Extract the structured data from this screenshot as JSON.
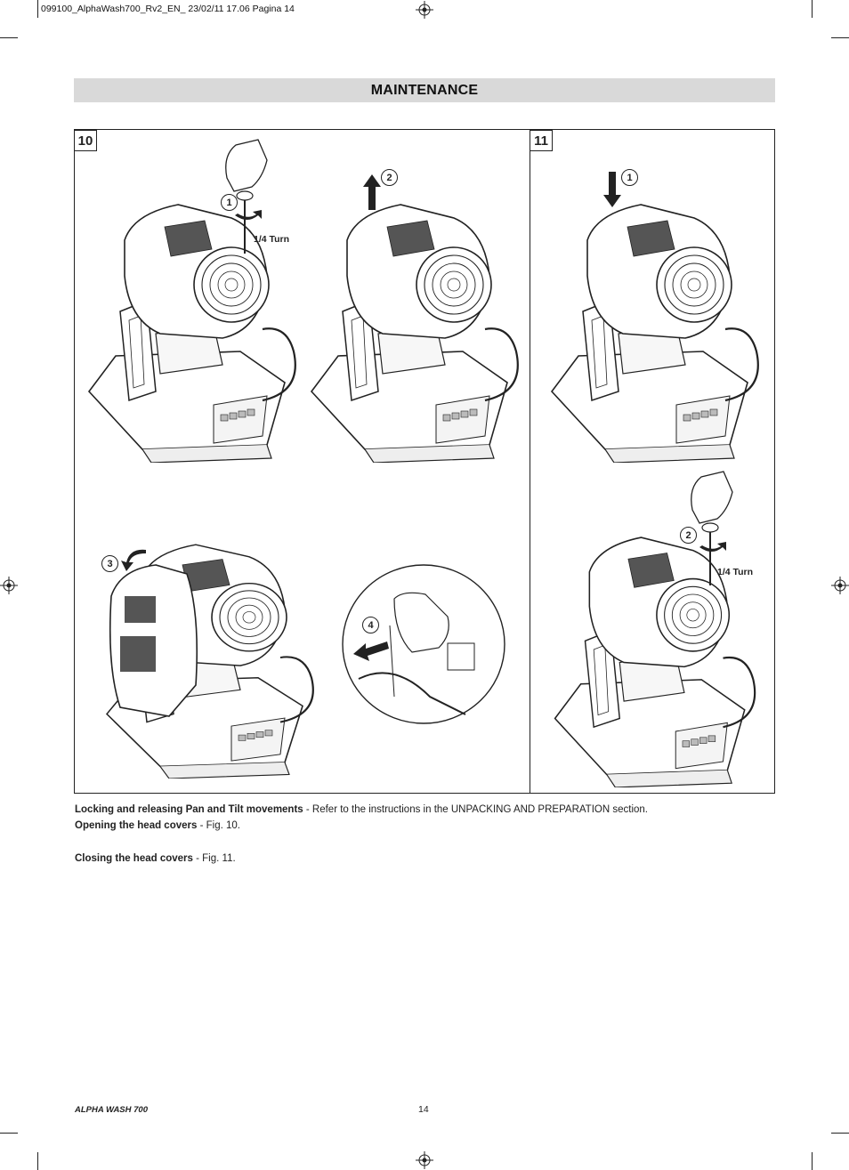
{
  "header": {
    "file_info": "099100_AlphaWash700_Rv2_EN_  23/02/11  17.06  Pagina 14"
  },
  "section": {
    "title": "MAINTENANCE"
  },
  "figures": {
    "fig10": {
      "number": "10",
      "steps": [
        "1",
        "2",
        "3",
        "4"
      ],
      "turn_label": "1/4 Turn"
    },
    "fig11": {
      "number": "11",
      "steps": [
        "1",
        "2"
      ],
      "turn_label": "1/4 Turn"
    }
  },
  "paragraphs": {
    "p1_bold": "Locking and releasing Pan and Tilt movements",
    "p1_rest": " - Refer to the instructions in the UNPACKING AND PREPARATION section.",
    "p2_bold": "Opening the head covers",
    "p2_rest": " - Fig. 10.",
    "p3_bold": "Closing the head covers",
    "p3_rest": " - Fig. 11."
  },
  "footer": {
    "brand": "ALPHA WASH 700",
    "page_number": "14"
  },
  "icons": [
    "registration-mark-icon",
    "moving-head-fixture-icon",
    "rotate-arrow-icon",
    "lift-arrow-icon",
    "press-arrow-icon",
    "pull-arrow-icon",
    "hand-screwdriver-icon"
  ]
}
